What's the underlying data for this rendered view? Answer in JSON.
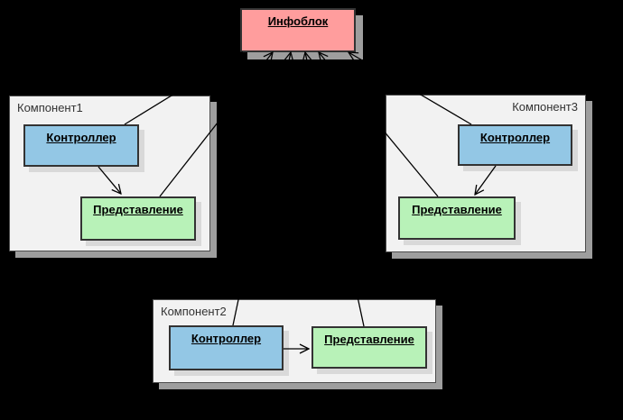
{
  "title": "MVC components diagram",
  "infoblock": {
    "label": "Инфоблок"
  },
  "components": [
    {
      "name": "Компонент1",
      "controller": "Контроллер",
      "view": "Представление"
    },
    {
      "name": "Компонент2",
      "controller": "Контроллер",
      "view": "Представление"
    },
    {
      "name": "Компонент3",
      "controller": "Контроллер",
      "view": "Представление"
    }
  ],
  "connections": [
    {
      "from": "Компонент1.Контроллер",
      "to": "Инфоблок",
      "arrow": "open"
    },
    {
      "from": "Компонент1.Представление",
      "to": "Инфоблок",
      "arrow": "open"
    },
    {
      "from": "Компонент2.Контроллер",
      "to": "Инфоблок",
      "arrow": "open"
    },
    {
      "from": "Компонент2.Представление",
      "to": "Инфоблок",
      "arrow": "open"
    },
    {
      "from": "Компонент3.Представление",
      "to": "Инфоблок",
      "arrow": "open"
    },
    {
      "from": "Компонент3.Контроллер",
      "to": "Инфоблок",
      "arrow": "open"
    },
    {
      "from": "Компонент1.Контроллер",
      "to": "Компонент1.Представление",
      "arrow": "open"
    },
    {
      "from": "Компонент2.Контроллер",
      "to": "Компонент2.Представление",
      "arrow": "open"
    },
    {
      "from": "Компонент3.Контроллер",
      "to": "Компонент3.Представление",
      "arrow": "open"
    }
  ],
  "colors": {
    "background": "#000000",
    "infoblock_fill": "#ff9d9d",
    "controller_fill": "#93c7e5",
    "view_fill": "#b8f2b8",
    "component_fill": "#f2f2f2",
    "node_border": "#333333",
    "component_border": "#4d4d4d",
    "shadow_outer": "#9e9e9e",
    "shadow_inner": "#d9d9d9",
    "label_color": "#333333"
  }
}
